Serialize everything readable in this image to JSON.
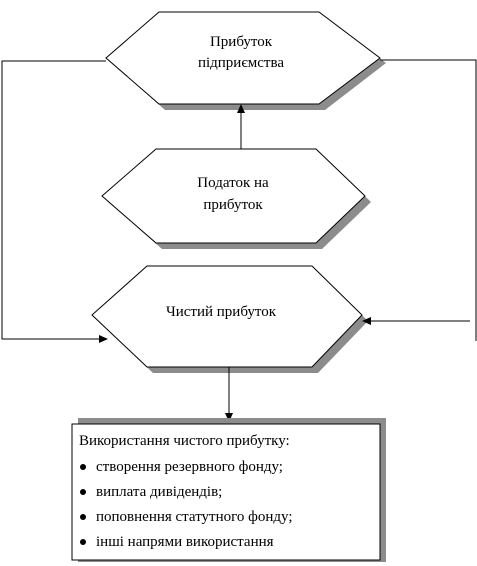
{
  "nodes": {
    "enterprise_profit": {
      "line1": "Прибуток",
      "line2": "підприємства"
    },
    "profit_tax": {
      "line1": "Податок на",
      "line2": "прибуток"
    },
    "net_profit": {
      "label": "Чистий прибуток"
    }
  },
  "usage": {
    "title": "Використання чистого прибутку:",
    "items": [
      "створення резервного фонду;",
      "виплата дивідендів;",
      "поповнення статутного фонду;",
      "інші напрями використання"
    ]
  }
}
